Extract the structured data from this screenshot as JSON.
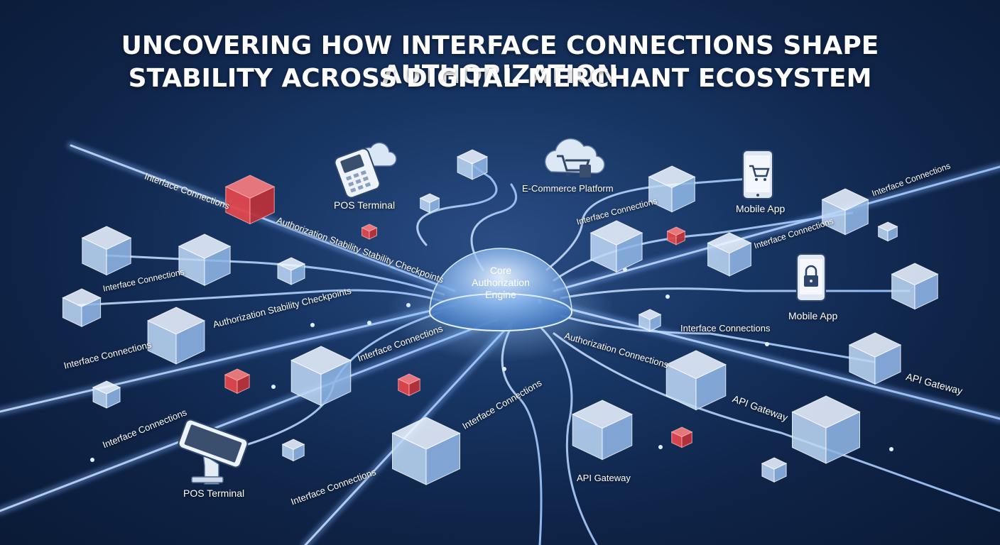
{
  "title": {
    "line1": "UNCOVERING HOW INTERFACE CONNECTIONS SHAPE AUTHORIZATION",
    "line2": "STABILITY ACROSS DIGITAL MERCHANT ECOSYSTEM"
  },
  "core": {
    "line1": "Core",
    "line2": "Authorization",
    "line3": "Engine"
  },
  "devices": {
    "pos_top": "POS Terminal",
    "ecommerce": "E-Commerce Platform",
    "mobile_top": "Mobile App",
    "mobile_mid": "Mobile App",
    "api_right": "API Gateway",
    "api_mid": "API Gateway",
    "api_bottom": "API Gateway",
    "pos_bottom": "POS Terminal"
  },
  "connection_labels": {
    "l1": "Interface Connections",
    "l2": "Authorization Stability Stability Checkpoints",
    "l3": "Interface Connections",
    "l4": "Authorization Stability Checkpoints",
    "l5": "Interface Connections",
    "l6": "Interface Connections",
    "l7": "Interface Connections",
    "l8": "Interface Connections",
    "l9": "Interface Connections",
    "l10": "Interface Connections",
    "l11": "Interface Connections",
    "l12": "Interface Connections",
    "l13": "Authorization Connections",
    "l14": "Interface Connections"
  },
  "icons": [
    "pos-terminal-icon",
    "cloud-cart-icon",
    "mobile-cart-icon",
    "mobile-lock-icon",
    "pos-tablet-icon"
  ],
  "colors": {
    "background": "#173563",
    "connection": "#9fc8ff",
    "cube": "#cfe3ff",
    "alert_cube": "#e0474c",
    "text": "#ffffff"
  }
}
